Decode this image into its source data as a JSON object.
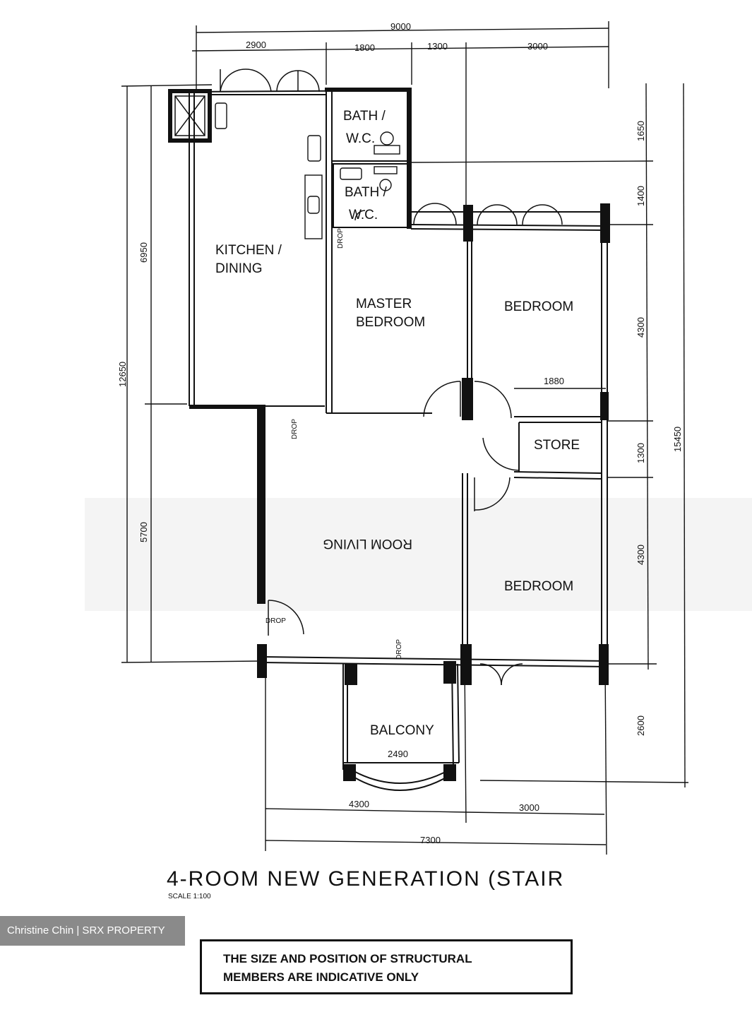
{
  "plan": {
    "title": "4-ROOM NEW GENERATION (STAIR",
    "scale": "SCALE 1:100",
    "rooms": {
      "kitchen_line1": "KITCHEN /",
      "kitchen_line2": "DINING",
      "bath1_line1": "BATH /",
      "bath1_line2": "W.C.",
      "bath2_line1": "BATH /",
      "bath2_line2": "W.C.",
      "master_line1": "MASTER",
      "master_line2": "BEDROOM",
      "bedroom_top": "BEDROOM",
      "store": "STORE",
      "living_mirrored": "ROOM LIVING",
      "bedroom_bottom": "BEDROOM",
      "balcony": "BALCONY"
    },
    "labels": {
      "drop": "DROP"
    },
    "dimensions": {
      "top_total": "9000",
      "top_1": "2900",
      "top_2": "1800",
      "top_3": "1300",
      "top_4": "3000",
      "left_total": "12650",
      "left_upper": "6950",
      "left_lower": "5700",
      "right_total": "15450",
      "right_1": "1650",
      "right_2": "1400",
      "right_3": "4300",
      "right_4": "1300",
      "right_5": "4300",
      "right_6": "2600",
      "store_width": "1880",
      "balcony_width": "2490",
      "bottom_1": "4300",
      "bottom_2": "3000",
      "bottom_total": "7300"
    }
  },
  "watermark": "Christine Chin | SRX PROPERTY",
  "notice": {
    "line1": "THE SIZE AND POSITION OF STRUCTURAL",
    "line2": "MEMBERS ARE INDICATIVE ONLY"
  }
}
